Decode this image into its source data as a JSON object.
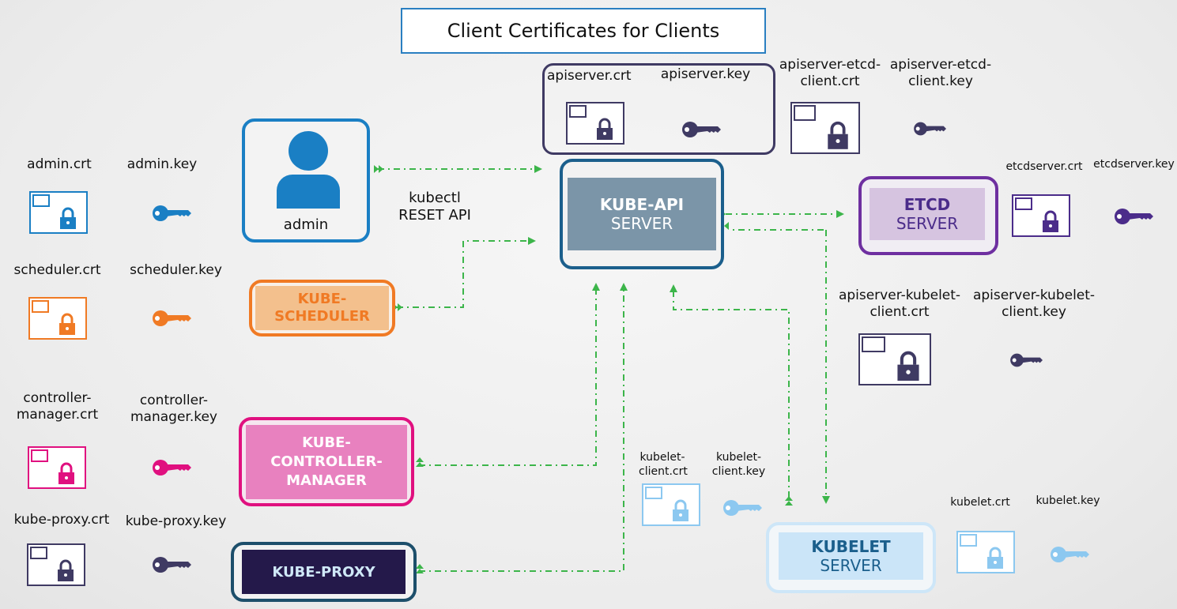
{
  "title": "Client Certificates for Clients",
  "colors": {
    "admin": "#1a7fc4",
    "scheduler": "#f07a24",
    "controller": "#e0107f",
    "proxy": "#3f3a63",
    "apiserver": "#3f3a63",
    "etcd": "#6e2fa0",
    "kubelet": "#8cc8f0",
    "arrow": "#3cb54a"
  },
  "clients": {
    "admin": {
      "crt": "admin.crt",
      "key": "admin.key",
      "label": "admin"
    },
    "scheduler": {
      "crt": "scheduler.crt",
      "key": "scheduler.key",
      "line1": "KUBE-",
      "line2": "SCHEDULER"
    },
    "controller": {
      "crt_line1": "controller-",
      "crt_line2": "manager.crt",
      "key_line1": "controller-",
      "key_line2": "manager.key",
      "line1": "KUBE-",
      "line2": "CONTROLLER-",
      "line3": "MANAGER"
    },
    "proxy": {
      "crt": "kube-proxy.crt",
      "key": "kube-proxy.key",
      "label": "KUBE-PROXY"
    }
  },
  "kubectl": {
    "line1": "kubectl",
    "line2": "RESET API"
  },
  "apiserver": {
    "crt": "apiserver.crt",
    "key": "apiserver.key",
    "etcd_client_crt_1": "apiserver-etcd-",
    "etcd_client_crt_2": "client.crt",
    "etcd_client_key_1": "apiserver-etcd-",
    "etcd_client_key_2": "client.key",
    "kubelet_client_crt_1": "apiserver-kubelet-",
    "kubelet_client_crt_2": "client.crt",
    "kubelet_client_key_1": "apiserver-kubelet-",
    "kubelet_client_key_2": "client.key",
    "title": "KUBE-API",
    "subtitle": "SERVER"
  },
  "etcd": {
    "crt": "etcdserver.crt",
    "key": "etcdserver.key",
    "title": "ETCD",
    "subtitle": "SERVER"
  },
  "kubelet": {
    "client_crt_1": "kubelet-",
    "client_crt_2": "client.crt",
    "client_key_1": "kubelet-",
    "client_key_2": "client.key",
    "crt": "kubelet.crt",
    "key": "kubelet.key",
    "title": "KUBELET",
    "subtitle": "SERVER"
  }
}
